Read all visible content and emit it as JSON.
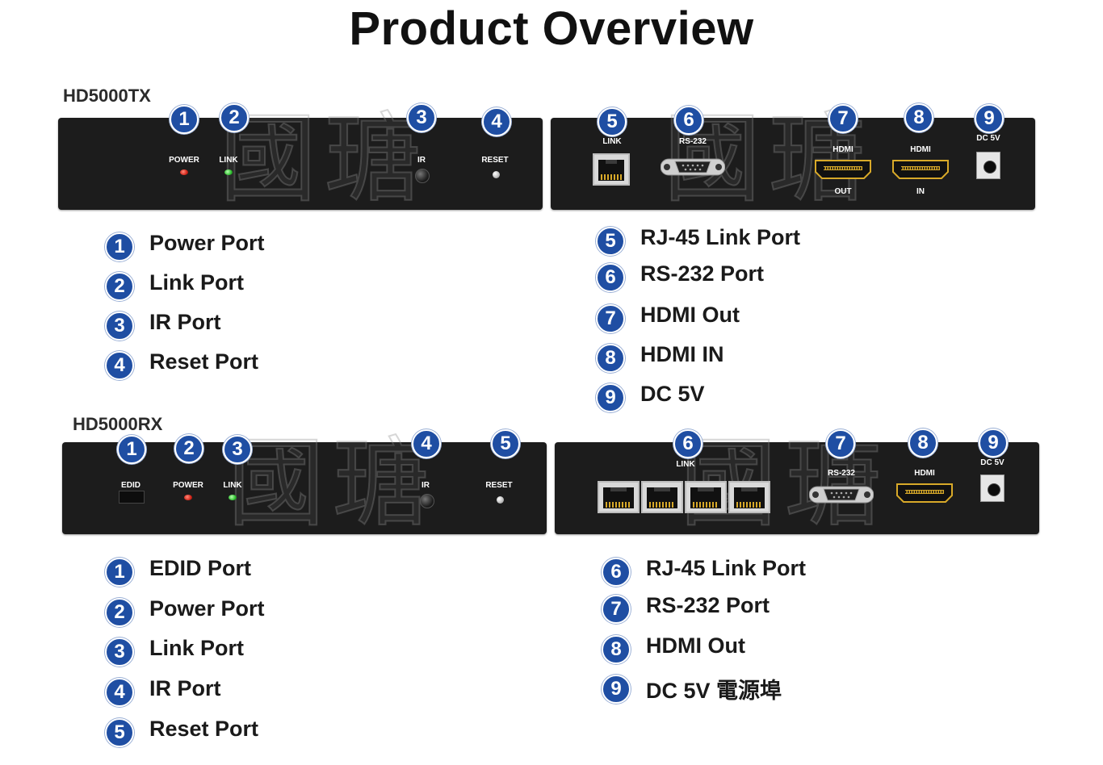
{
  "title": "Product Overview",
  "tx": {
    "model": "HD5000TX",
    "front_labels": {
      "power": "POWER",
      "link": "LINK",
      "ir": "IR",
      "reset": "RESET"
    },
    "rear_labels": {
      "link": "LINK",
      "rs232": "RS-232",
      "hdmi_out_top": "HDMI",
      "hdmi_out_bottom": "OUT",
      "hdmi_in_top": "HDMI",
      "hdmi_in_bottom": "IN",
      "dc": "DC 5V"
    },
    "badges": [
      "1",
      "2",
      "3",
      "4",
      "5",
      "6",
      "7",
      "8",
      "9"
    ],
    "legend_left": [
      {
        "num": "1",
        "text": "Power Port"
      },
      {
        "num": "2",
        "text": "Link Port"
      },
      {
        "num": "3",
        "text": "IR Port"
      },
      {
        "num": "4",
        "text": "Reset Port"
      }
    ],
    "legend_right": [
      {
        "num": "5",
        "text": "RJ-45 Link Port"
      },
      {
        "num": "6",
        "text": "RS-232 Port"
      },
      {
        "num": "7",
        "text": "HDMI Out"
      },
      {
        "num": "8",
        "text": "HDMI IN"
      },
      {
        "num": "9",
        "text": "DC 5V"
      }
    ]
  },
  "rx": {
    "model": "HD5000RX",
    "front_labels": {
      "edid": "EDID",
      "power": "POWER",
      "link": "LINK",
      "ir": "IR",
      "reset": "RESET"
    },
    "rear_labels": {
      "link": "LINK",
      "rs232": "RS-232",
      "hdmi": "HDMI",
      "dc": "DC 5V"
    },
    "badges": [
      "1",
      "2",
      "3",
      "4",
      "5",
      "6",
      "7",
      "8",
      "9"
    ],
    "legend_left": [
      {
        "num": "1",
        "text": "EDID Port"
      },
      {
        "num": "2",
        "text": "Power Port"
      },
      {
        "num": "3",
        "text": "Link Port"
      },
      {
        "num": "4",
        "text": "IR Port"
      },
      {
        "num": "5",
        "text": "Reset Port"
      }
    ],
    "legend_right": [
      {
        "num": "6",
        "text": "RJ-45 Link Port"
      },
      {
        "num": "7",
        "text": "RS-232 Port"
      },
      {
        "num": "8",
        "text": "HDMI Out"
      },
      {
        "num": "9",
        "text": "DC 5V 電源埠"
      }
    ]
  },
  "watermark": "國瑭",
  "colors": {
    "badge": "#1f4ea3",
    "panel": "#1c1c1c",
    "connector_gold": "#d8a929"
  }
}
